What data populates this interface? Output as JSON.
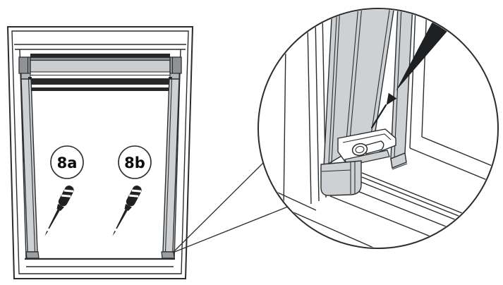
{
  "figure": {
    "kind": "roller-blind-installation-illustration",
    "badges": [
      {
        "label": "8a"
      },
      {
        "label": "8b"
      }
    ],
    "icons": [
      "screwdriver-icon",
      "screwdriver-icon",
      "detail-screwdriver-icon",
      "screw-icon",
      "magnifier-detail-circle"
    ]
  },
  "colors": {
    "line": "#2b2c2e",
    "rail_gray": "#ced1d3",
    "cassette_gray": "#cbcdcf",
    "band_gray": "#8a8d90",
    "cap_gray": "#8f9296",
    "foot_gray": "#9b9ea1",
    "dark_bar": "#27282a",
    "screwdriver_black": "#1f2022",
    "label_color": "#0a0a0c",
    "background": "#ffffff"
  }
}
